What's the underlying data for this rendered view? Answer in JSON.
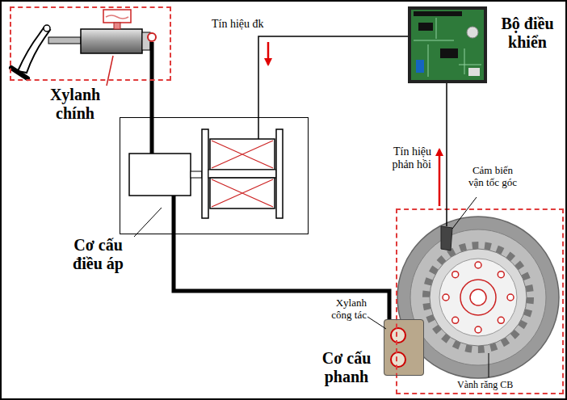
{
  "diagram": {
    "nodes": [
      {
        "text": [
          "Xylanh chính"
        ]
      },
      {
        "text": [
          "Cơ cấu điều áp"
        ]
      },
      {
        "text": [
          "Bộ điều khiển"
        ]
      },
      {
        "text": [
          "Cơ cấu phanh"
        ]
      },
      {
        "text": [
          "Xylanh công tác"
        ],
        "in": 3
      },
      {
        "text": [
          "Cảm biến vận tốc góc"
        ],
        "in": 3
      }
    ],
    "edges": [
      {
        "from": 0,
        "to": 1,
        "arrow": "none"
      },
      {
        "from": 1,
        "to": 4,
        "arrow": "none"
      },
      {
        "from": 2,
        "to": 1,
        "arrow": "to",
        "label": "Tín hiệu đk"
      },
      {
        "from": 5,
        "to": 2,
        "arrow": "to",
        "label": "Tín hiệu phản hồi"
      }
    ],
    "labels": [
      "Vành răng CB"
    ]
  }
}
